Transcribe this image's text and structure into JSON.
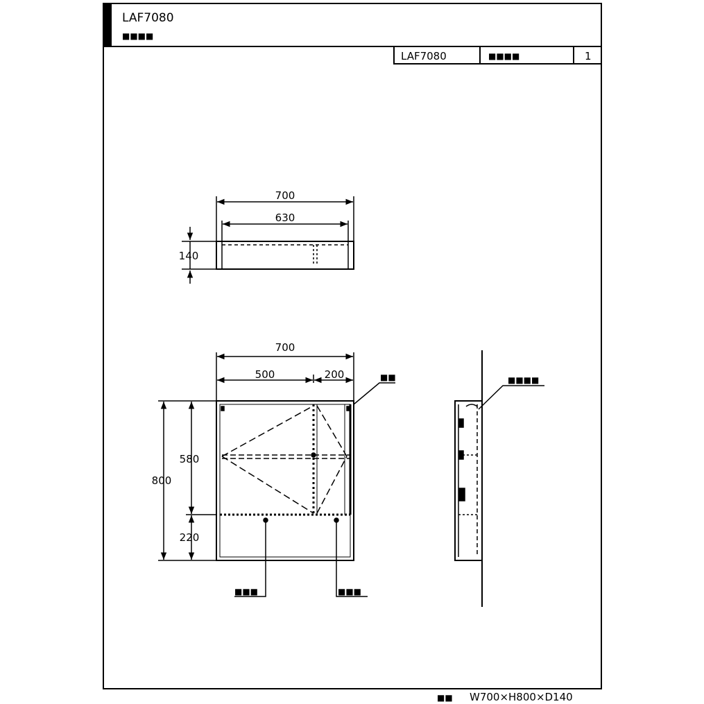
{
  "title_block": {
    "model": "LAF7080",
    "subtitle": "■■■■",
    "model_cell": "LAF7080",
    "name_cell": "■■■■",
    "page": "1"
  },
  "top_view": {
    "overall_width": "700",
    "inner_width": "630",
    "depth": "140"
  },
  "front_view": {
    "overall_width": "700",
    "left_width": "500",
    "right_width": "200",
    "overall_height": "800",
    "upper_height": "580",
    "lower_height": "220",
    "callout_top_right": "■■",
    "callout_bottom_left": "■■■",
    "callout_bottom_right": "■■■"
  },
  "side_view": {
    "callout": "■■■■"
  },
  "footer": {
    "label": "■■",
    "dims": "W700×H800×D140"
  },
  "colors": {
    "line": "#000000",
    "background": "#ffffff"
  }
}
